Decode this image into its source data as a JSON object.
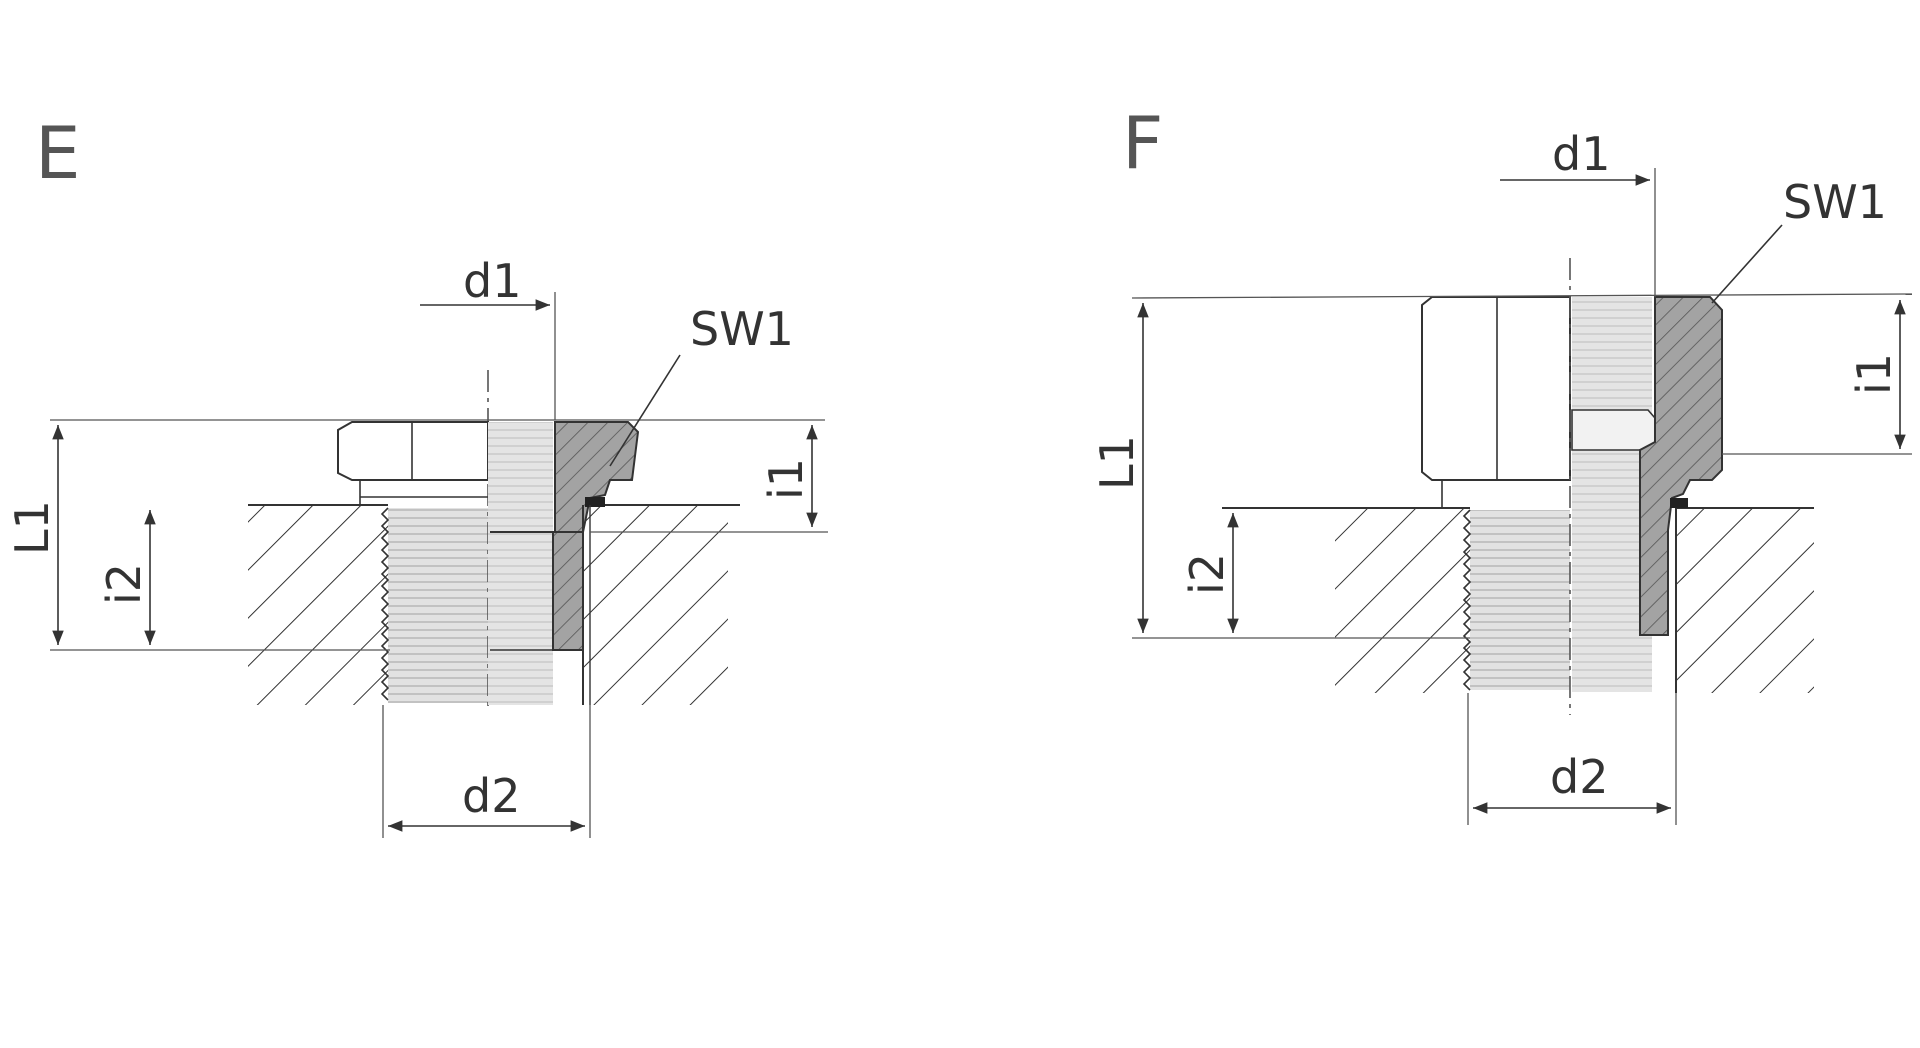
{
  "views": {
    "e": {
      "view_label": "E",
      "labels": {
        "d1": "d1",
        "d2": "d2",
        "sw1": "SW1",
        "i1": "i1",
        "i2": "i2",
        "l1": "L1"
      }
    },
    "f": {
      "view_label": "F",
      "labels": {
        "d1": "d1",
        "d2": "d2",
        "sw1": "SW1",
        "i1": "i1",
        "i2": "i2",
        "l1": "L1"
      }
    }
  },
  "colors": {
    "ink": "#333333",
    "section_fill": "#9a9a9a",
    "thread_fill": "#cfcfcf",
    "background": "#ffffff"
  }
}
